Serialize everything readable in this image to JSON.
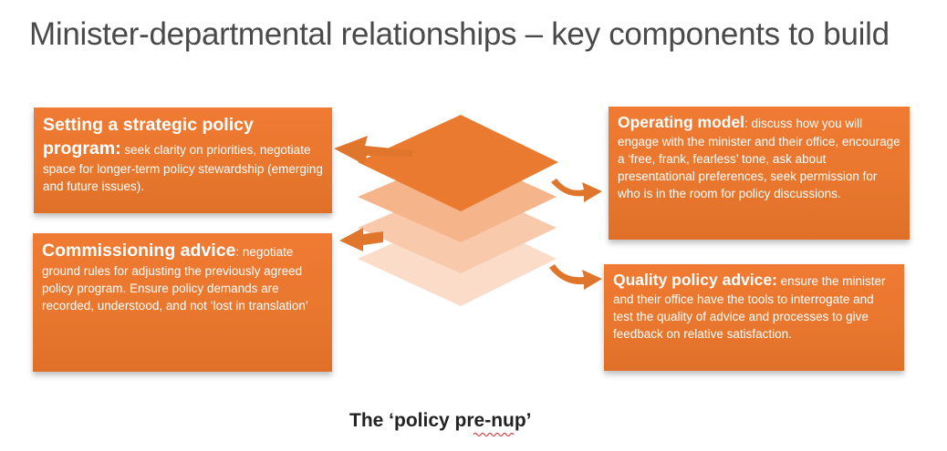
{
  "title": "Minister-departmental relationships – key components to build",
  "boxes": {
    "strategic": {
      "lead": "Setting a strategic policy program:",
      "text": " seek clarity on priorities, negotiate space for longer-term policy stewardship (emerging and future issues)."
    },
    "commissioning": {
      "lead": "Commissioning advice",
      "text": ": negotiate ground rules for adjusting the previously agreed policy program. Ensure policy demands are recorded, understood, and not ‘lost in translation’"
    },
    "operating": {
      "lead": "Operating model",
      "text": ": discuss how you will engage with the minister and their office, encourage a ‘free, frank, fearless’ tone, ask about presentational preferences, seek permission for who is in the room for policy discussions."
    },
    "quality": {
      "lead": "Quality policy advice:",
      "text": " ensure the minister and their office have the tools to interrogate and test the quality of advice and processes to give feedback on relative satisfaction."
    }
  },
  "caption": "The ‘policy pre-nup’",
  "colors": {
    "box_orange": "#ea7830",
    "arrow_orange": "#e0762c",
    "layer_top": "#ea7a30",
    "layer_2": "#f5b48a",
    "layer_3": "#f8c9aa",
    "layer_4": "#fbdcc8"
  }
}
